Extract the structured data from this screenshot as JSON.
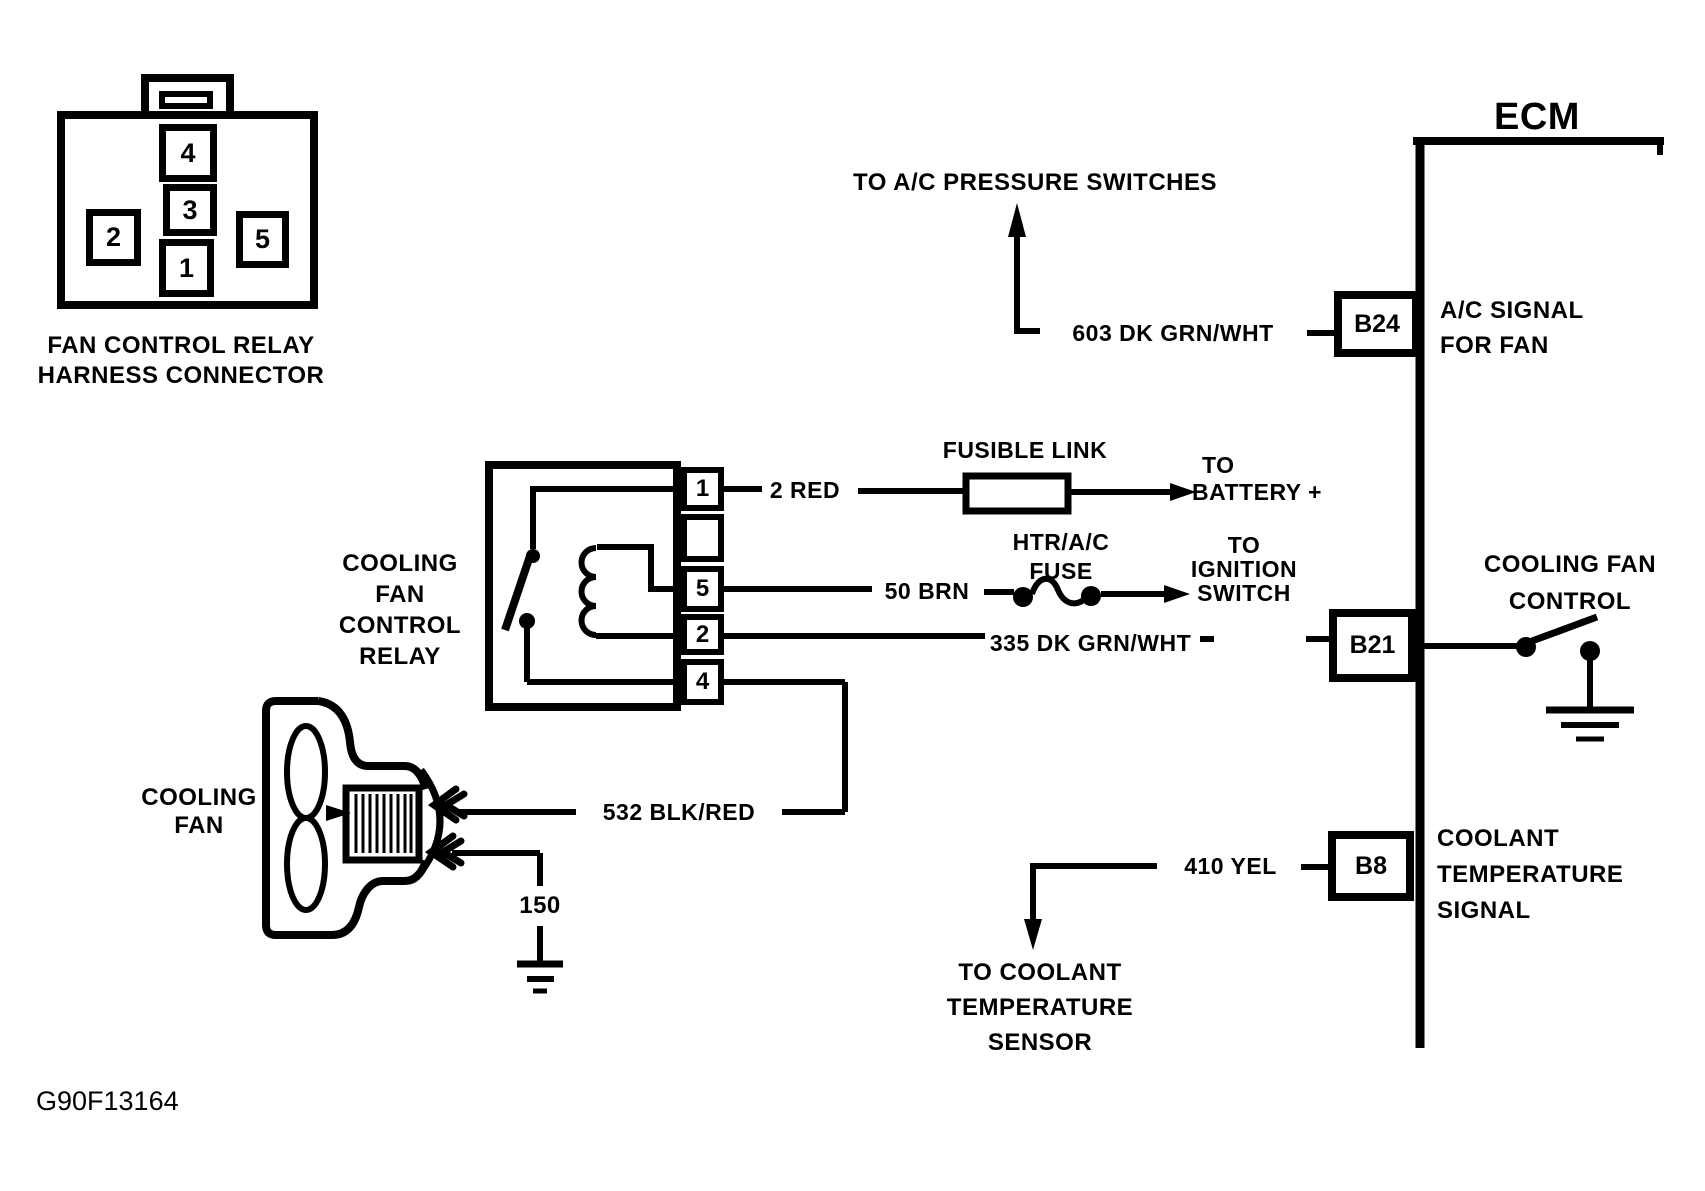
{
  "figure_id": "G90F13164",
  "ecm": {
    "title": "ECM",
    "terminal_b24": "B24",
    "terminal_b21": "B21",
    "terminal_b8": "B8",
    "ac_signal_label": [
      "A/C SIGNAL",
      "FOR FAN"
    ],
    "fan_control_label": [
      "COOLING FAN",
      "CONTROL"
    ],
    "coolant_label": [
      "COOLANT",
      "TEMPERATURE",
      "SIGNAL"
    ]
  },
  "harness_connector": {
    "label": [
      "FAN CONTROL RELAY",
      "HARNESS CONNECTOR"
    ],
    "pin4": "4",
    "pin3": "3",
    "pin1": "1",
    "pin2": "2",
    "pin5": "5"
  },
  "relay": {
    "label": [
      "COOLING",
      "FAN",
      "CONTROL",
      "RELAY"
    ],
    "pin1": "1",
    "pin5": "5",
    "pin2": "2",
    "pin4": "4"
  },
  "fan": {
    "label": [
      "COOLING",
      "FAN"
    ]
  },
  "wires": {
    "w603": "603 DK GRN/WHT",
    "w2red": "2 RED",
    "w50brn": "50 BRN",
    "w335": "335 DK GRN/WHT",
    "w532": "532 BLK/RED",
    "w410": "410 YEL",
    "w150": "150"
  },
  "components": {
    "fusible_link": "FUSIBLE LINK",
    "fuse": [
      "HTR/A/C",
      "FUSE"
    ]
  },
  "destinations": {
    "ac_pressure": "TO A/C PRESSURE SWITCHES",
    "battery": [
      "TO",
      "BATTERY +"
    ],
    "ignition": [
      "TO",
      "IGNITION",
      "SWITCH"
    ],
    "coolant_sensor": [
      "TO COOLANT",
      "TEMPERATURE",
      "SENSOR"
    ]
  }
}
